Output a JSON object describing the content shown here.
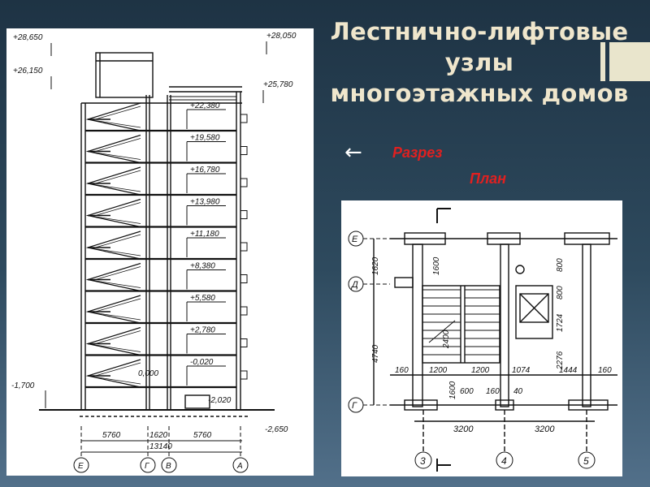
{
  "title": {
    "line1": "Лестнично-лифтовые",
    "line2": "узлы",
    "line3": "многоэтажных домов"
  },
  "labels": {
    "section": "Разрез",
    "plan": "План"
  },
  "section_drawing": {
    "top_marks": [
      "+28,650",
      "+26,150",
      "+28,050",
      "+25,780"
    ],
    "floor_levels": [
      "+22,380",
      "+19,580",
      "+16,780",
      "+13,980",
      "+11,180",
      "+8,380",
      "+5,580",
      "+2,780",
      "-0,020"
    ],
    "ground_marks": [
      "-1,700",
      "0,000",
      "-2,020",
      "-2,650"
    ],
    "dims": [
      "5760",
      "1620",
      "5760",
      "13140"
    ],
    "axes": [
      "Е",
      "Г",
      "В",
      "А"
    ]
  },
  "plan_drawing": {
    "axes_left": [
      "Е",
      "Д",
      "Г"
    ],
    "axes_bottom": [
      "3",
      "4",
      "5"
    ],
    "vertical_dims": [
      "1620",
      "4740",
      "1600",
      "2400",
      "1600",
      "800",
      "800",
      "1724",
      "2276"
    ],
    "horizontal_dims": [
      "160",
      "1200",
      "1200",
      "1074",
      "1444",
      "160",
      "600",
      "160",
      "40",
      "3200",
      "3200"
    ]
  }
}
